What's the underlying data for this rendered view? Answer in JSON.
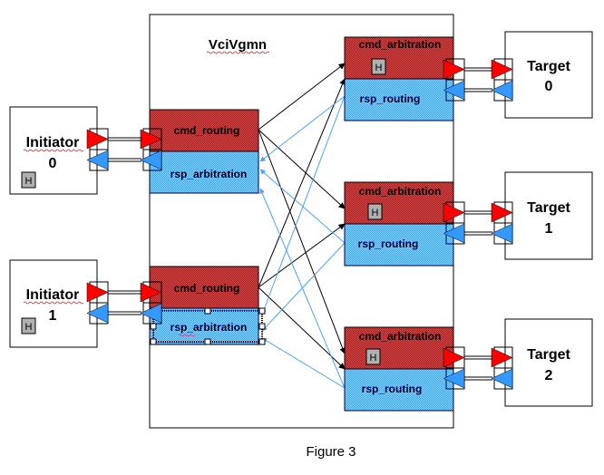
{
  "figure": {
    "caption": "Figure 3",
    "title": "VciVgmn",
    "colors": {
      "cmd_fill": "#ff3b3b",
      "cmd_fill_dark": "#b81c1c",
      "rsp_fill": "#9fd2ff",
      "rsp_fill_dark": "#2e8fff",
      "cmd_arrow": "#ff0000",
      "rsp_arrow": "#3399ff",
      "cmd_line": "#000000",
      "rsp_line": "#4aa3ff",
      "hbox": "#b0b0b0"
    }
  },
  "initiators": [
    {
      "name": "Initiator",
      "index": "0",
      "hier": "H"
    },
    {
      "name": "Initiator",
      "index": "1",
      "hier": "H"
    }
  ],
  "targets": [
    {
      "name": "Target",
      "index": "0"
    },
    {
      "name": "Target",
      "index": "1"
    },
    {
      "name": "Target",
      "index": "2"
    }
  ],
  "initiator_side": [
    {
      "cmd": "cmd_routing",
      "rsp": "rsp_arbitration",
      "selected": false
    },
    {
      "cmd": "cmd_routing",
      "rsp": "rsp_arbitration",
      "selected": true
    }
  ],
  "target_side": [
    {
      "cmd": "cmd_arbitration",
      "rsp": "rsp_routing",
      "hier": "H"
    },
    {
      "cmd": "cmd_arbitration",
      "rsp": "rsp_routing",
      "hier": "H"
    },
    {
      "cmd": "cmd_arbitration",
      "rsp": "rsp_routing",
      "hier": "H"
    }
  ],
  "connections": {
    "cmd": [
      {
        "from": "initiator_side.0",
        "to": "target_side.0"
      },
      {
        "from": "initiator_side.0",
        "to": "target_side.1"
      },
      {
        "from": "initiator_side.0",
        "to": "target_side.2"
      },
      {
        "from": "initiator_side.1",
        "to": "target_side.0"
      },
      {
        "from": "initiator_side.1",
        "to": "target_side.1"
      },
      {
        "from": "initiator_side.1",
        "to": "target_side.2"
      }
    ],
    "rsp": [
      {
        "from": "target_side.0",
        "to": "initiator_side.0"
      },
      {
        "from": "target_side.1",
        "to": "initiator_side.0"
      },
      {
        "from": "target_side.2",
        "to": "initiator_side.0"
      },
      {
        "from": "target_side.0",
        "to": "initiator_side.1"
      },
      {
        "from": "target_side.1",
        "to": "initiator_side.1"
      },
      {
        "from": "target_side.2",
        "to": "initiator_side.1"
      }
    ]
  }
}
